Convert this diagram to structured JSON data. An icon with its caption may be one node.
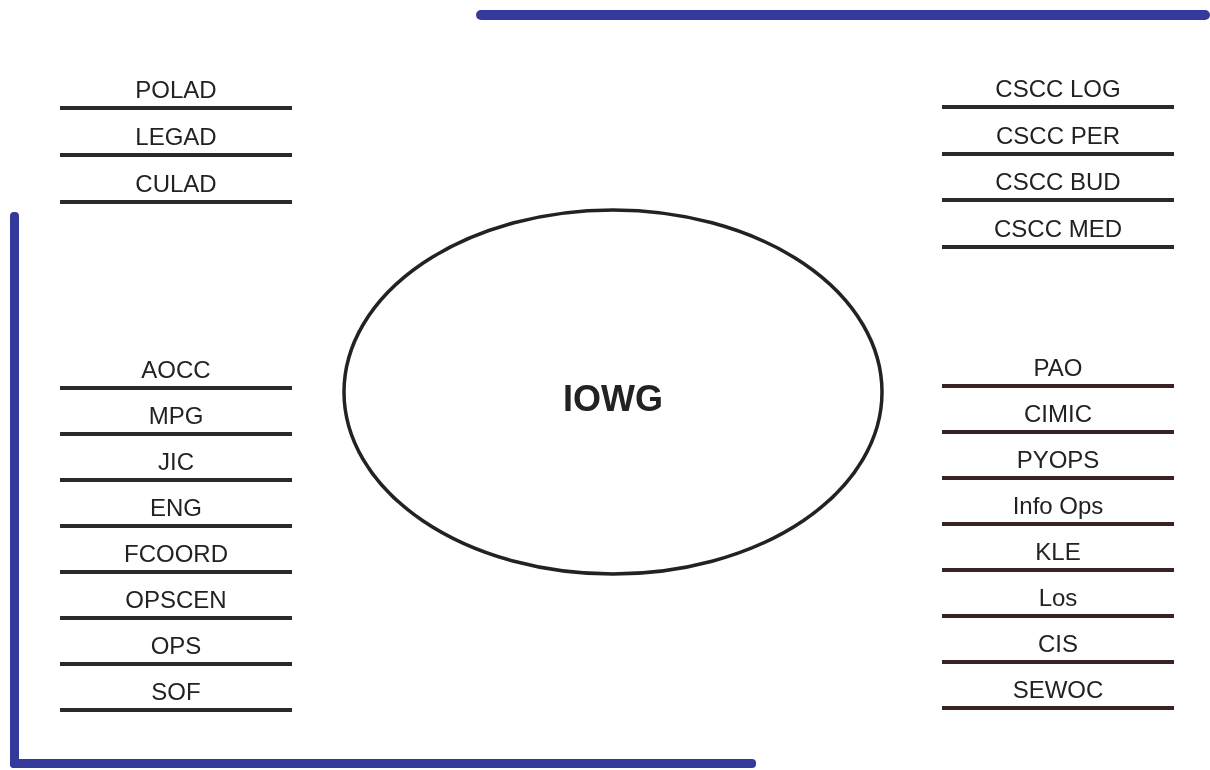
{
  "diagram": {
    "nodes": [
      {
        "text": [
          "IOWG"
        ]
      }
    ],
    "labels": [
      "POLAD",
      "LEGAD",
      "CULAD",
      "CSCC LOG",
      "CSCC PER",
      "CSCC BUD",
      "CSCC MED",
      "AOCC",
      "MPG",
      "JIC",
      "ENG",
      "FCOORD",
      "OPSCEN",
      "OPS",
      "SOF",
      "PAO",
      "CIMIC",
      "PYOPS",
      "Info Ops",
      "KLE",
      "Los",
      "CIS",
      "SEWOC"
    ]
  }
}
